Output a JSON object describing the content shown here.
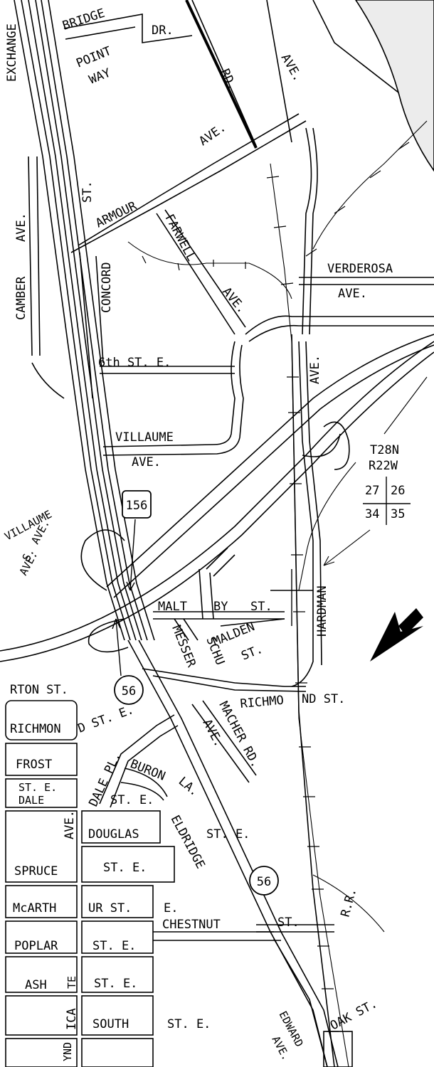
{
  "colors": {
    "ink": "#000000",
    "water": "#ececec",
    "paper": "#ffffff"
  },
  "labels": {
    "exchange": "EXCHANGE",
    "bridge": "BRIDGE",
    "dr": "DR.",
    "point": "POINT",
    "way": "WAY",
    "rd_top": "RD.",
    "ave_top": "AVE.",
    "ave_diag": "AVE.",
    "st": "ST.",
    "armour": "ARMOUR",
    "farwell": "FARWELL",
    "camber": "CAMBER",
    "ave_camber": "AVE.",
    "concord": "CONCORD",
    "verderosa": "VERDEROSA",
    "ave_verderosa": "AVE.",
    "ave_farwell": "AVE.",
    "sixth": "6th ST. E.",
    "ave_vert": "AVE.",
    "villaume": "VILLAUME",
    "ave_villaume": "AVE.",
    "villaume_diag": "VILLAUME",
    "ave_s": "S. AVE.",
    "ave_left": "AVE.",
    "malt": "MALT",
    "by": "BY",
    "st_malt": "ST.",
    "malden": "MALDEN",
    "st_malden": "ST.",
    "messer": "MESSER",
    "schu": "SCHU",
    "macher": "MACHER RD.",
    "hardman": "HARDMAN",
    "rton": "RTON ST.",
    "richmon": "RICHMON",
    "d_st_e": "D ST. E.",
    "richmond_st": "RICHMO",
    "nd_st": "ND ST.",
    "ave_macher": "AVE.",
    "frost": "FROST",
    "dale_pl": "DALE PL.",
    "buron": "BURON",
    "la": "LA.",
    "st_e_box": "ST. E.",
    "dale_box": "DALE",
    "st_e_dale": "ST. E.",
    "ave_douglas": "AVE.",
    "douglas": "DOUGLAS",
    "eldridge": "ELDRIDGE",
    "st_e_eld": "ST. E.",
    "spruce": "SPRUCE",
    "st_e_spruce": "ST. E.",
    "mcarth": "McARTH",
    "ur_st": "UR ST.",
    "e_chestnut": "E.",
    "chestnut": "CHESTNUT",
    "st_chestnut": "ST.",
    "rr": "R.R.",
    "poplar": "POPLAR",
    "st_e_poplar": "ST. E.",
    "ash": "ASH",
    "te": "TE",
    "st_e_ash": "ST. E.",
    "ica": "ICA",
    "south": "SOUTH",
    "st_e_south": "ST. E.",
    "oak": "OAK ST.",
    "edward": "EDWARD",
    "ave_edward": "AVE.",
    "ynd": "YND",
    "township": "T28N",
    "range": "R22W",
    "sec_27": "27",
    "sec_26": "26",
    "sec_34": "34",
    "sec_35": "35",
    "ave_top2": "AVE."
  },
  "shields": {
    "route_156": "156",
    "route_56_a": "56",
    "route_56_b": "56"
  },
  "icons": {
    "north_arrow": "north-arrow-icon",
    "section_pointer": "arrow-icon"
  }
}
